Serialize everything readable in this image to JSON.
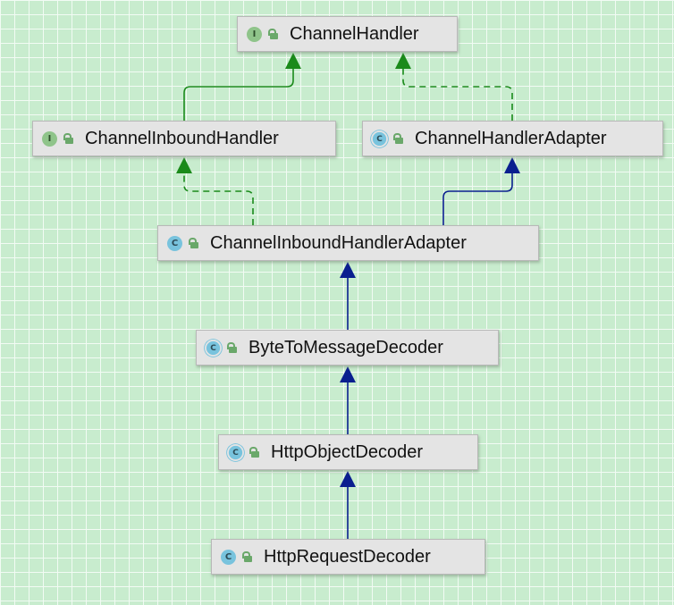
{
  "diagram": {
    "colors": {
      "interface_arrow": "#1a8a1a",
      "class_arrow": "#0a1f8f",
      "interface_icon": "#8fc48a",
      "class_icon": "#78c3dd",
      "node_fill": "#e4e4e4",
      "lock_icon": "#6aa86a"
    },
    "nodes": {
      "channel_handler": {
        "label": "ChannelHandler",
        "kind": "interface",
        "icon_letter": "I"
      },
      "channel_inbound_handler": {
        "label": "ChannelInboundHandler",
        "kind": "interface",
        "icon_letter": "I"
      },
      "channel_handler_adapter": {
        "label": "ChannelHandlerAdapter",
        "kind": "abstract",
        "icon_letter": "C"
      },
      "channel_inbound_handler_adapter": {
        "label": "ChannelInboundHandlerAdapter",
        "kind": "class",
        "icon_letter": "C"
      },
      "byte_to_message_decoder": {
        "label": "ByteToMessageDecoder",
        "kind": "abstract",
        "icon_letter": "C"
      },
      "http_object_decoder": {
        "label": "HttpObjectDecoder",
        "kind": "abstract",
        "icon_letter": "C"
      },
      "http_request_decoder": {
        "label": "HttpRequestDecoder",
        "kind": "class",
        "icon_letter": "C"
      }
    },
    "edges": [
      {
        "from": "channel_inbound_handler",
        "to": "channel_handler",
        "relation": "extends",
        "style": "solid",
        "color": "#1a8a1a"
      },
      {
        "from": "channel_handler_adapter",
        "to": "channel_handler",
        "relation": "implements",
        "style": "dashed",
        "color": "#1a8a1a"
      },
      {
        "from": "channel_inbound_handler_adapter",
        "to": "channel_inbound_handler",
        "relation": "implements",
        "style": "dashed",
        "color": "#1a8a1a"
      },
      {
        "from": "channel_inbound_handler_adapter",
        "to": "channel_handler_adapter",
        "relation": "extends",
        "style": "solid",
        "color": "#0a1f8f"
      },
      {
        "from": "byte_to_message_decoder",
        "to": "channel_inbound_handler_adapter",
        "relation": "extends",
        "style": "solid",
        "color": "#0a1f8f"
      },
      {
        "from": "http_object_decoder",
        "to": "byte_to_message_decoder",
        "relation": "extends",
        "style": "solid",
        "color": "#0a1f8f"
      },
      {
        "from": "http_request_decoder",
        "to": "http_object_decoder",
        "relation": "extends",
        "style": "solid",
        "color": "#0a1f8f"
      }
    ]
  }
}
